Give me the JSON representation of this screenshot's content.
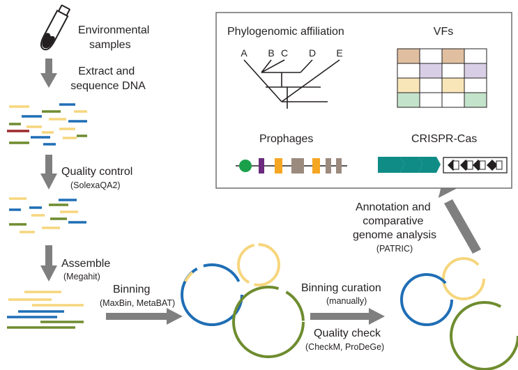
{
  "steps": {
    "environmental_samples": [
      "Environmental",
      "samples"
    ],
    "extract": [
      "Extract and",
      "sequence DNA"
    ],
    "quality_control": "Quality control",
    "quality_control_tool": "(SolexaQA2)",
    "assemble": "Assemble",
    "assemble_tool": "(Megahit)",
    "binning": "Binning",
    "binning_tool": "(MaxBin, MetaBAT)",
    "binning_curation": "Binning curation",
    "binning_curation_note": "(manually)",
    "quality_check": "Quality check",
    "quality_check_tool": "(CheckM, ProDeGe)",
    "annotation": [
      "Annotation and",
      "comparative",
      "genome analysis"
    ],
    "annotation_tool": "(PATRIC)"
  },
  "panel": {
    "phylo_title": "Phylogenomic affiliation",
    "phylo_leaves": [
      "A",
      "B",
      "C",
      "D",
      "E"
    ],
    "vfs_title": "VFs",
    "prophages_title": "Prophages",
    "crispr_title": "CRISPR-Cas"
  },
  "colors": {
    "arrow": "#7f7f7f",
    "blue": "#1f6eb5",
    "yellow": "#f6d67d",
    "green": "#6e8c2f",
    "red": "#9c2a2a",
    "teal": "#0f8c86",
    "purple": "#6b2a7e",
    "orange": "#f5a623",
    "taupe": "#9b8a7e",
    "vf_tan": "#e0bfa0",
    "vf_lavender": "#d8cfe6",
    "vf_cream": "#f8e6b8",
    "vf_mint": "#c4e3cb",
    "prophage_green": "#1aa04a"
  }
}
